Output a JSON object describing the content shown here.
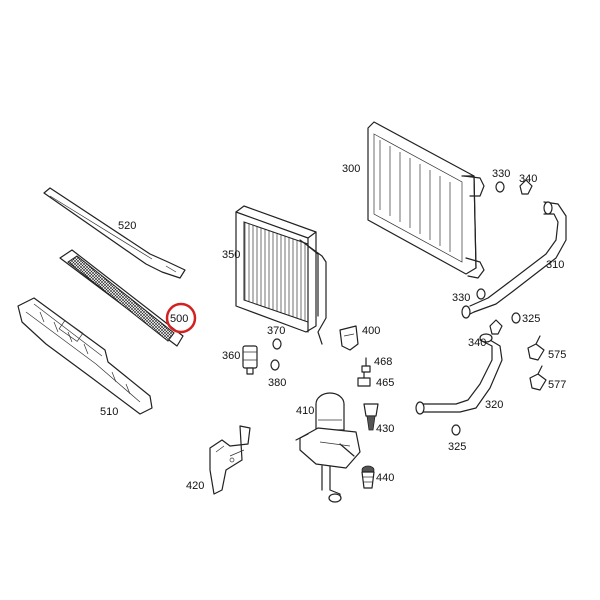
{
  "diagram": {
    "part_numbers": {
      "p300": "300",
      "p310": "310",
      "p320": "320",
      "p325a": "325",
      "p325b": "325",
      "p330a": "330",
      "p330b": "330",
      "p340a": "340",
      "p340b": "340",
      "p350": "350",
      "p360": "360",
      "p370": "370",
      "p380": "380",
      "p400": "400",
      "p410": "410",
      "p420": "420",
      "p430": "430",
      "p440": "440",
      "p465": "465",
      "p468": "468",
      "p500": "500",
      "p510": "510",
      "p520": "520",
      "p575": "575",
      "p577": "577"
    },
    "highlight": {
      "part": "500",
      "color": "#d42020"
    }
  }
}
